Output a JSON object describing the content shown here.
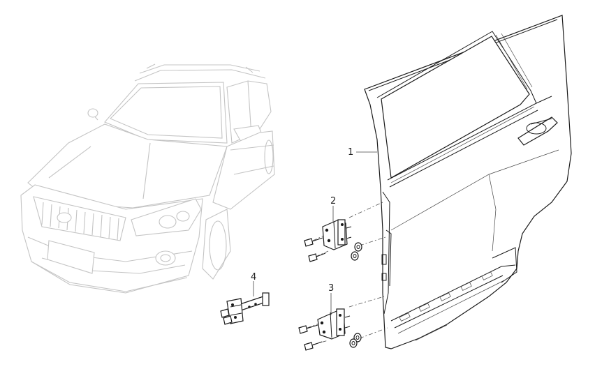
{
  "callouts": [
    {
      "id": "1",
      "label": "1"
    },
    {
      "id": "2",
      "label": "2"
    },
    {
      "id": "3",
      "label": "3"
    },
    {
      "id": "4",
      "label": "4"
    }
  ],
  "parts": [
    {
      "callout": "1",
      "icon": "rear-door-icon"
    },
    {
      "callout": "2",
      "icon": "upper-hinge-icon"
    },
    {
      "callout": "3",
      "icon": "lower-hinge-icon"
    },
    {
      "callout": "4",
      "icon": "door-check-strap-icon"
    }
  ],
  "colors": {
    "linework": "#1a1a1a",
    "reference_vehicle": "#c4c4c4",
    "background": "#ffffff"
  }
}
